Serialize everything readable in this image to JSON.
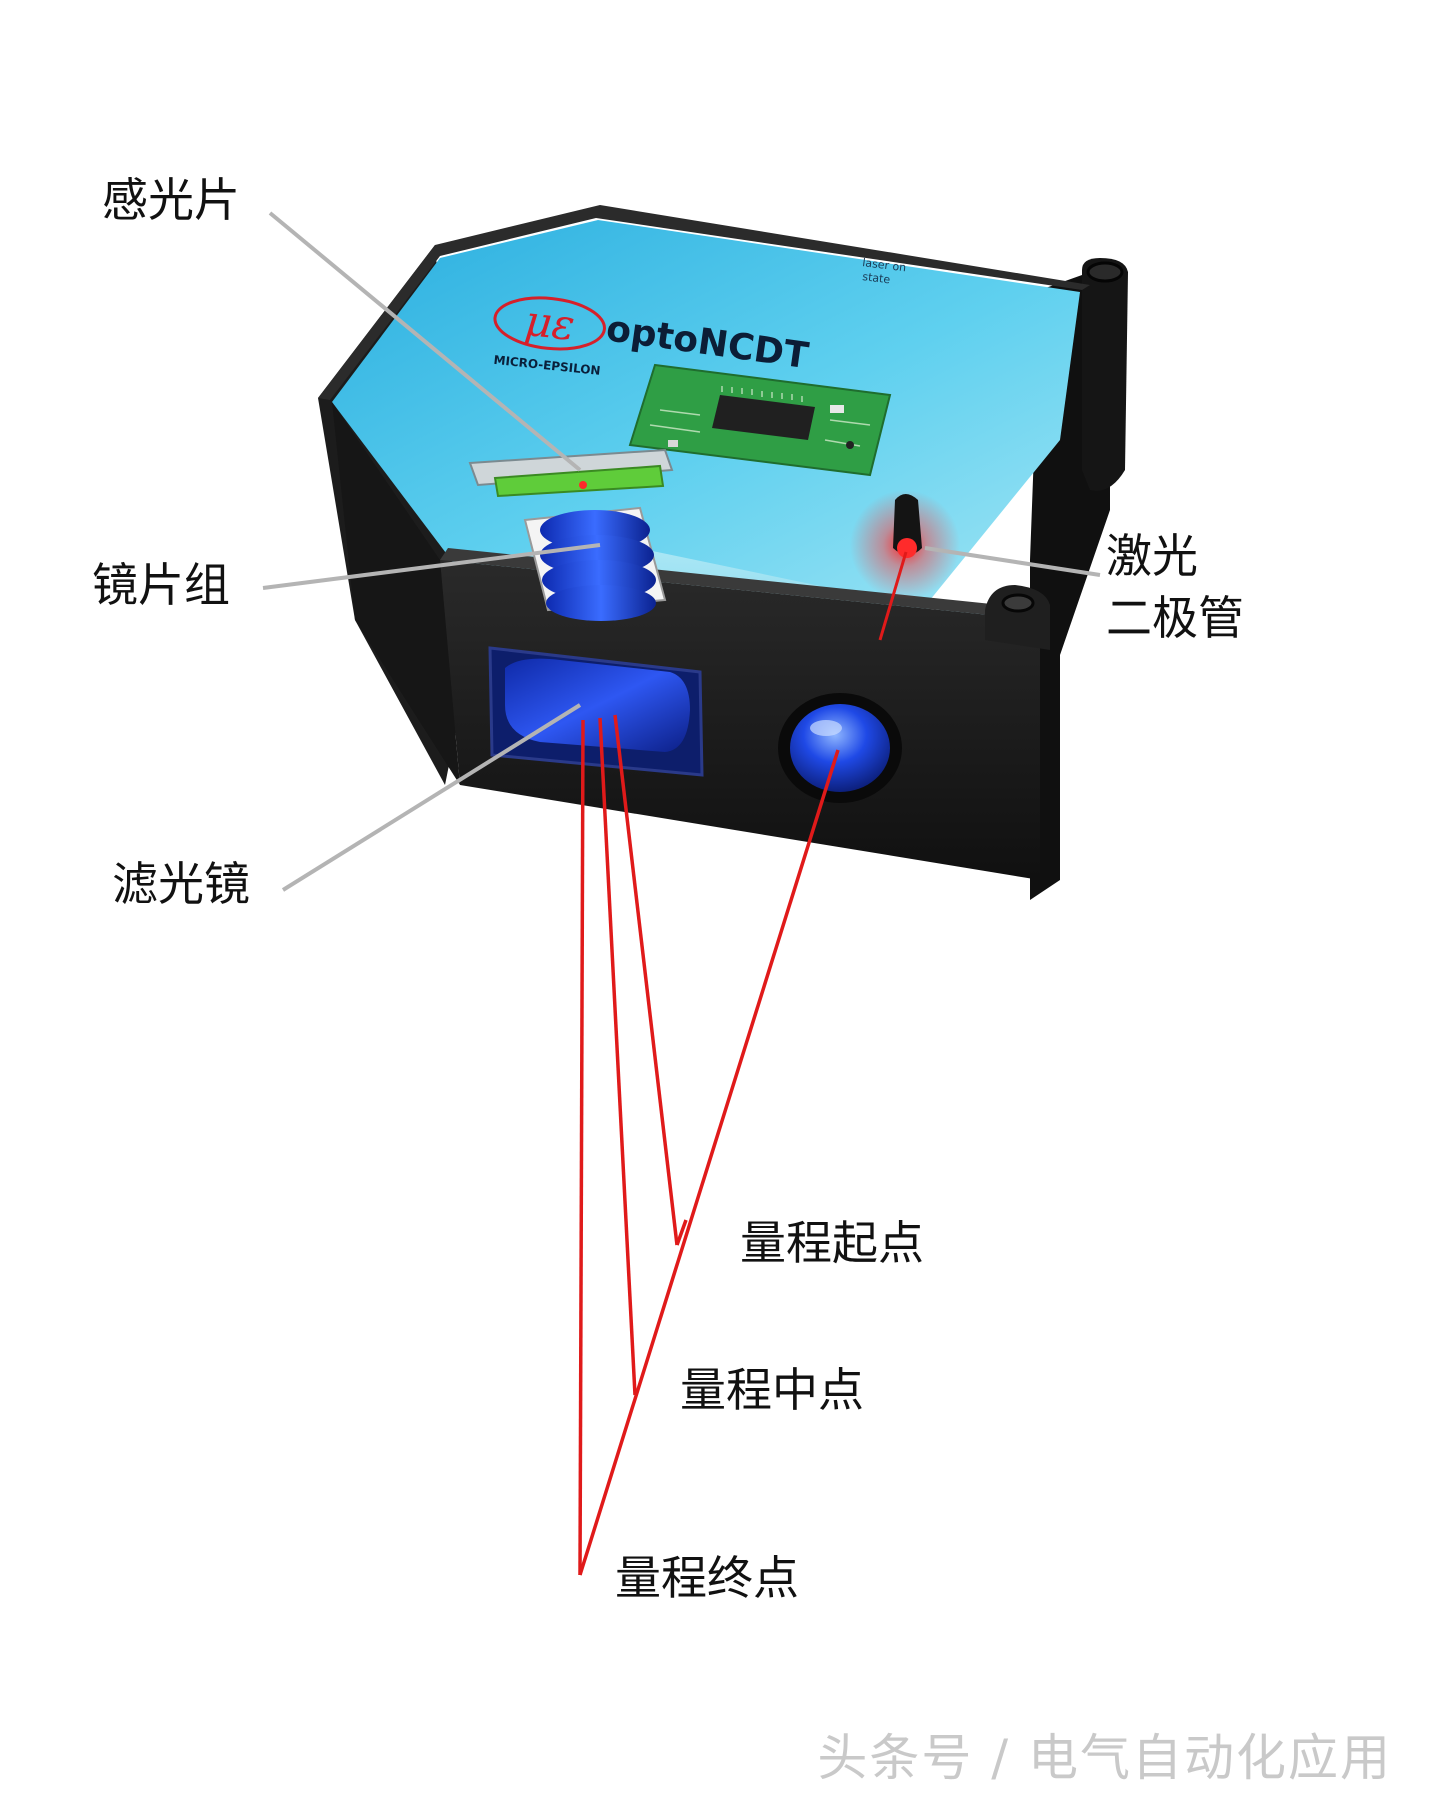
{
  "device": {
    "brand_logo": "με",
    "brand_name": "MICRO-EPSILON",
    "product_name": "optoNCDT",
    "led_label_line1": "laser on",
    "led_label_line2": "state"
  },
  "labels": {
    "sensor_chip": "感光片",
    "lens_group": "镜片组",
    "filter": "滤光镜",
    "laser_diode_line1": "激光",
    "laser_diode_line2": "二极管",
    "range_start": "量程起点",
    "range_mid": "量程中点",
    "range_end": "量程终点"
  },
  "watermark": "头条号 / 电气自动化应用",
  "colors": {
    "housing": "#1b1b1b",
    "housing_dark": "#0d0d0d",
    "interior": "#47c6ea",
    "laser": "#e01a1a",
    "leader": "#b4b4b4",
    "filter_blue": "#1a3fe0",
    "pcb_green": "#35a84b"
  }
}
